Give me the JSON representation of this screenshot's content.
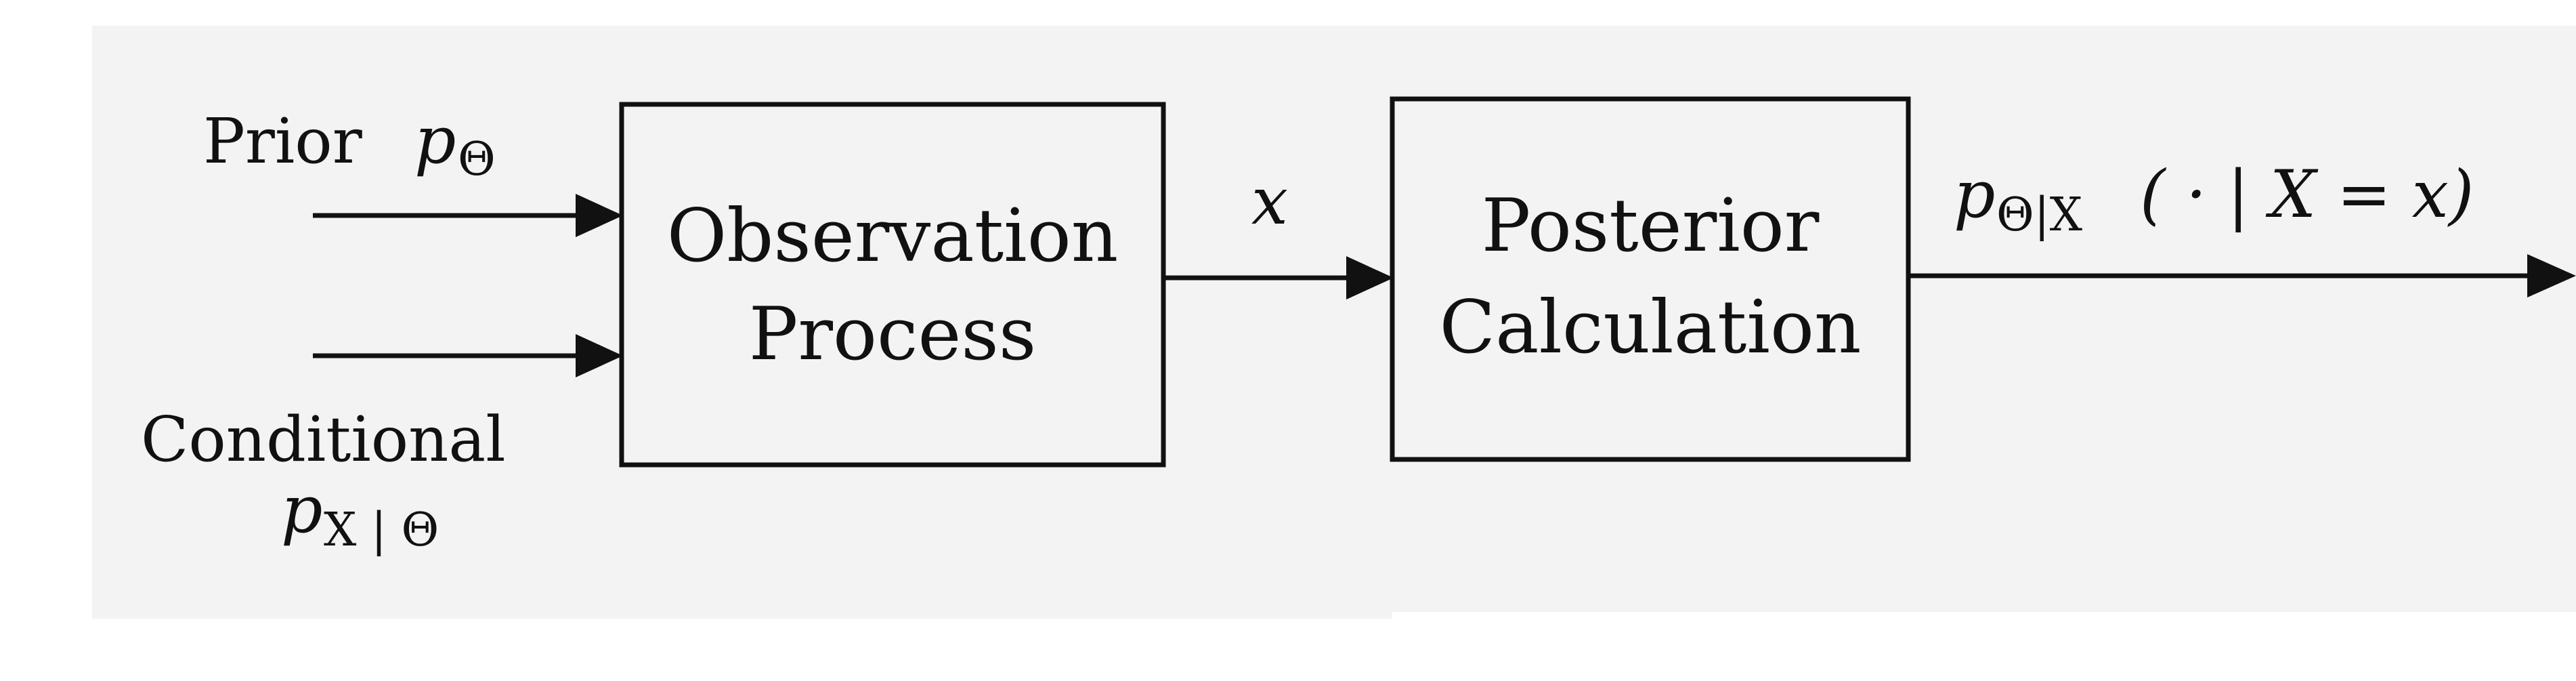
{
  "inputs": {
    "prior": {
      "label": "Prior",
      "symbol": "p",
      "subscript": "Θ"
    },
    "conditional": {
      "label": "Conditional",
      "symbol": "p",
      "subscript": "X | Θ"
    }
  },
  "blocks": [
    {
      "line1": "Observation",
      "line2": "Process"
    },
    {
      "line1": "Posterior",
      "line2": "Calculation"
    }
  ],
  "edge_labels": {
    "intermediate": "x",
    "output_symbol": "p",
    "output_subscript": "Θ|X",
    "output_expression": "( · | X = x)"
  },
  "colors": {
    "background_panel": "#f3f3f3",
    "stroke": "#111111",
    "page": "#ffffff"
  }
}
